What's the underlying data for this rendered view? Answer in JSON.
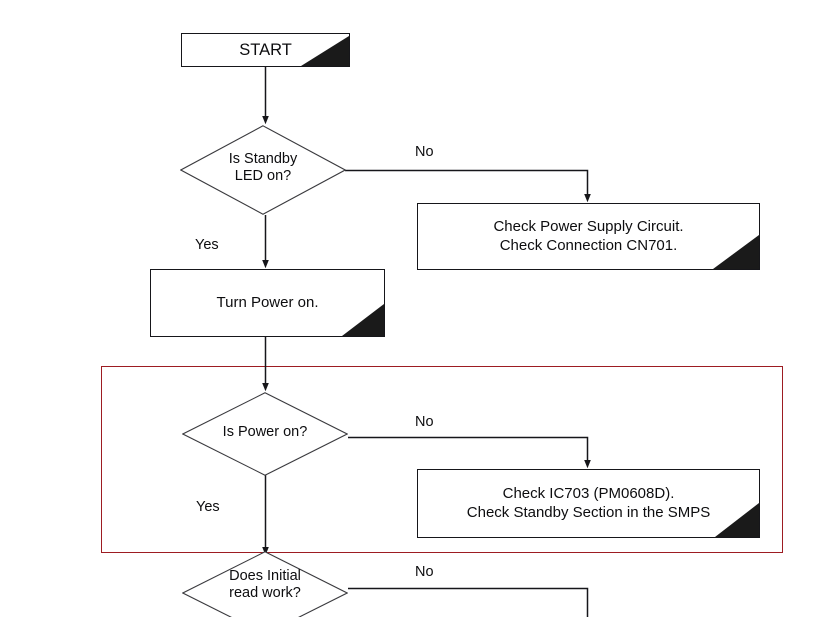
{
  "diagram": {
    "type": "flowchart",
    "title": "Power / Standby troubleshooting flowchart",
    "colors": {
      "line": "#16161a",
      "text": "#0d0d0f",
      "highlight_border": "#9d1c22",
      "shadow_corner": "#1a1a1a",
      "background": "#ffffff"
    },
    "nodes": {
      "start": {
        "label": "START",
        "shape": "process"
      },
      "d_standby": {
        "label": "Is Standby\nLED on?",
        "shape": "decision"
      },
      "check_power_supply": {
        "label": "Check Power Supply Circuit.\nCheck Connection CN701.",
        "shape": "process"
      },
      "turn_power_on": {
        "label": "Turn Power on.",
        "shape": "process"
      },
      "d_power_on": {
        "label": "Is Power on?",
        "shape": "decision"
      },
      "check_ic703": {
        "label": "Check IC703 (PM0608D).\nCheck Standby Section in the SMPS",
        "shape": "process"
      },
      "d_initial_read": {
        "label": "Does Initial\nread work?",
        "shape": "decision"
      }
    },
    "edge_labels": {
      "standby_no": "No",
      "standby_yes": "Yes",
      "power_no": "No",
      "power_yes": "Yes",
      "initial_no": "No"
    }
  }
}
